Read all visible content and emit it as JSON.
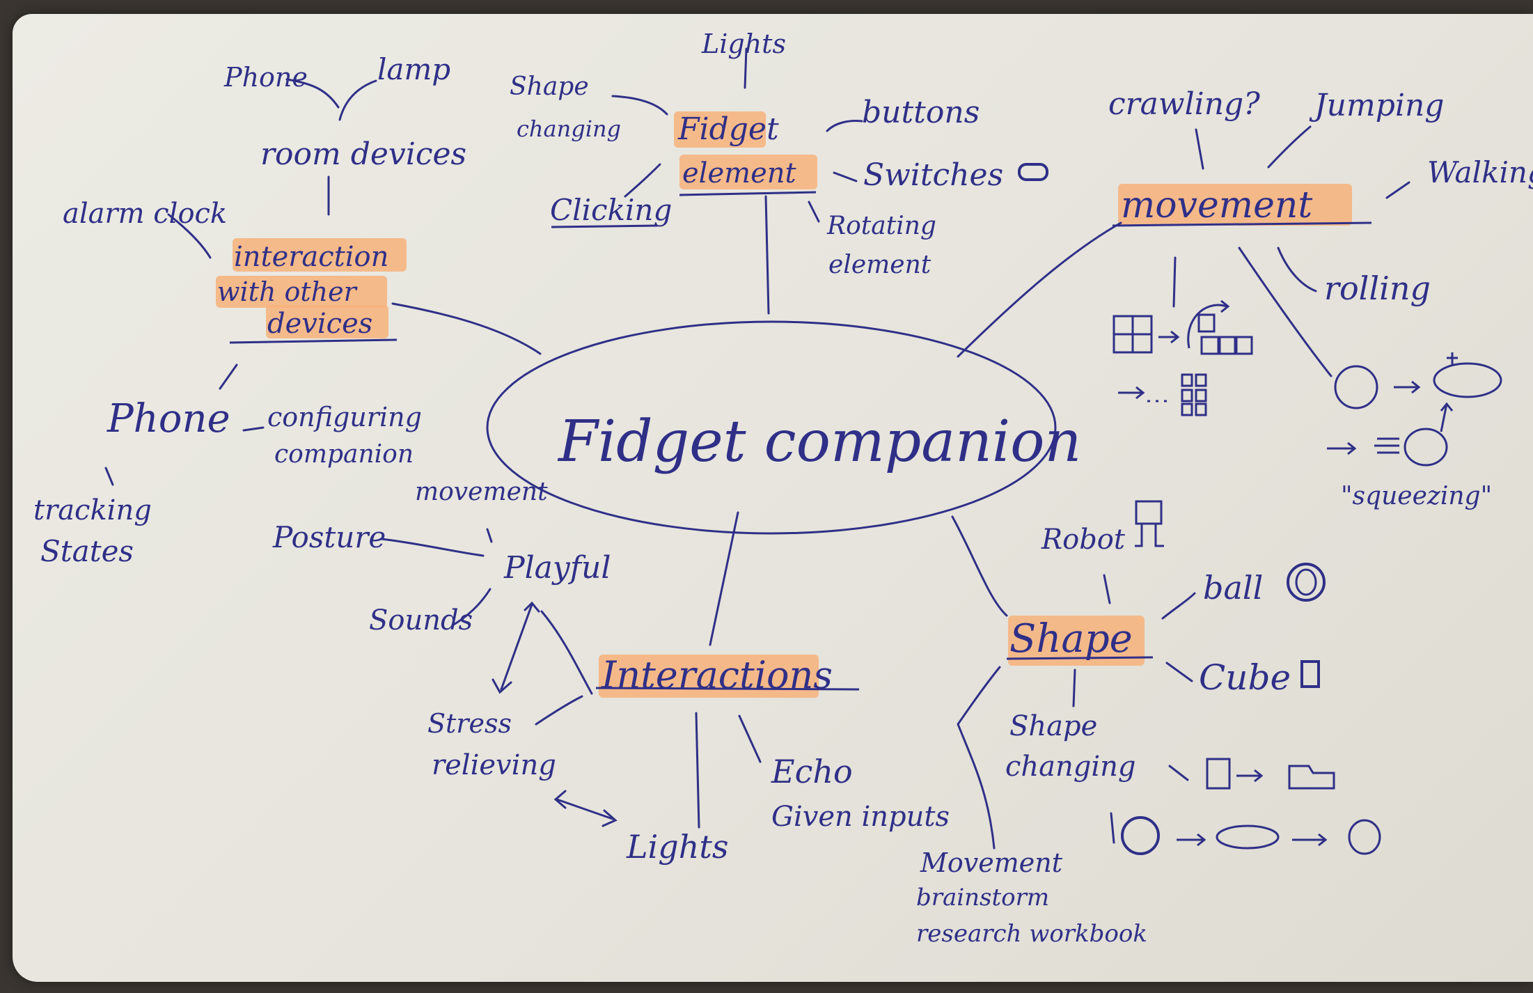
{
  "center": {
    "title": "Fidget companion"
  },
  "branches": {
    "fidget_element": {
      "title": [
        "Fidget",
        "element"
      ],
      "items": {
        "lights": "Lights",
        "shape_changing": [
          "Shape",
          "changing"
        ],
        "buttons": "buttons",
        "switches": "Switches",
        "clicking": "Clicking",
        "rotating": [
          "Rotating",
          "element"
        ]
      }
    },
    "movement": {
      "title": "movement",
      "items": {
        "crawling": "crawling?",
        "jumping": "Jumping",
        "walking": "Walking",
        "rolling": "rolling",
        "squeezing": "\"squeezing\""
      }
    },
    "interaction_devices": {
      "title": [
        "interaction",
        "with other",
        "devices"
      ],
      "items": {
        "phone_left": "Phone",
        "lamp": "lamp",
        "room_devices": "room devices",
        "alarm_clock": "alarm clock",
        "phone": "Phone",
        "configuring": [
          "configuring",
          "companion"
        ],
        "tracking": [
          "tracking",
          "States"
        ]
      }
    },
    "interactions": {
      "title": "Interactions",
      "items": {
        "playful": "Playful",
        "movement": "movement",
        "posture": "Posture",
        "sounds": "Sounds",
        "stress": [
          "Stress",
          "relieving"
        ],
        "lights": "Lights",
        "echo": [
          "Echo",
          "Given inputs"
        ]
      }
    },
    "shape": {
      "title": "Shape",
      "items": {
        "robot": "Robot",
        "ball": "ball",
        "cube": "Cube",
        "shape_changing": [
          "Shape",
          "changing"
        ],
        "movement_note": [
          "Movement",
          "brainstorm",
          "research workbook"
        ]
      }
    }
  },
  "colors": {
    "ink": "#2f2f88",
    "highlight": "#f7b27a",
    "paper": "#e8e6df"
  }
}
